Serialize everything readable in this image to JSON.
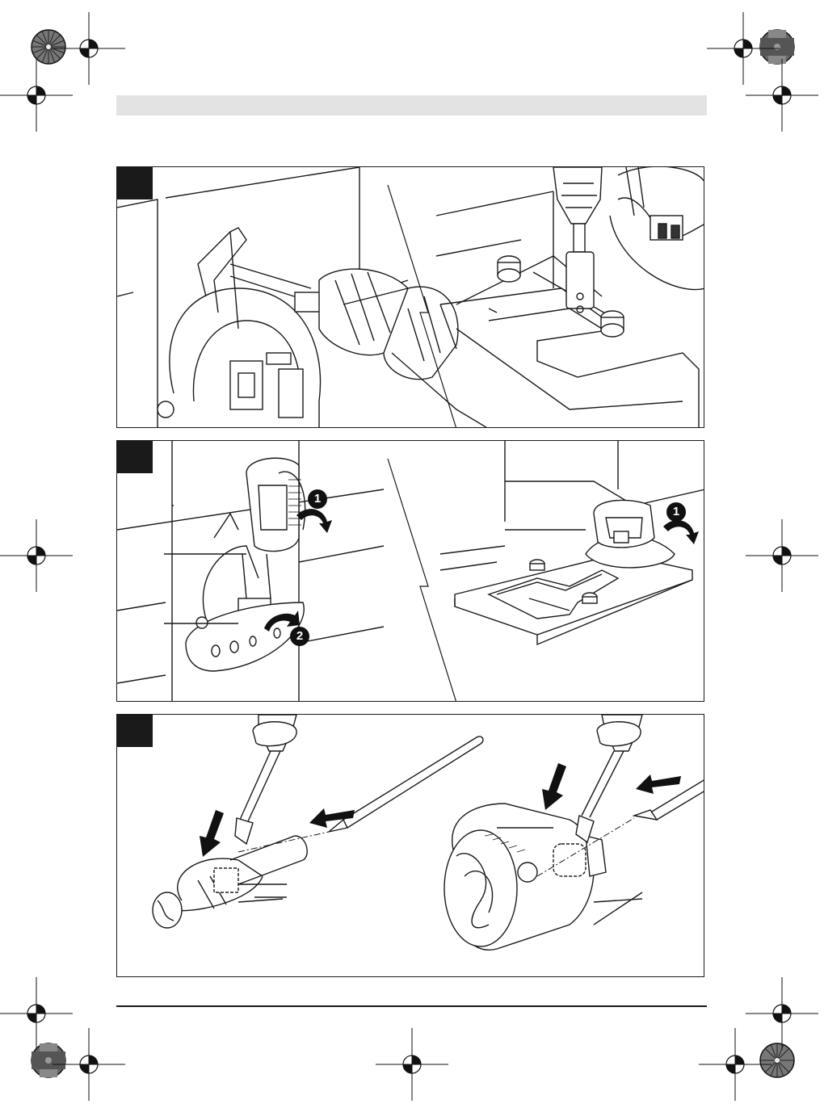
{
  "header": {
    "bar_color": "#e3e3e3"
  },
  "figures": [
    {
      "id": "figure-1",
      "callouts": []
    },
    {
      "id": "figure-2",
      "callouts": [
        "1",
        "2",
        "1"
      ]
    },
    {
      "id": "figure-3",
      "callouts": []
    }
  ],
  "print_marks": {
    "registration_icon": "crosshair-registration-icon",
    "color_wheel_icon": "color-wheel-icon"
  }
}
